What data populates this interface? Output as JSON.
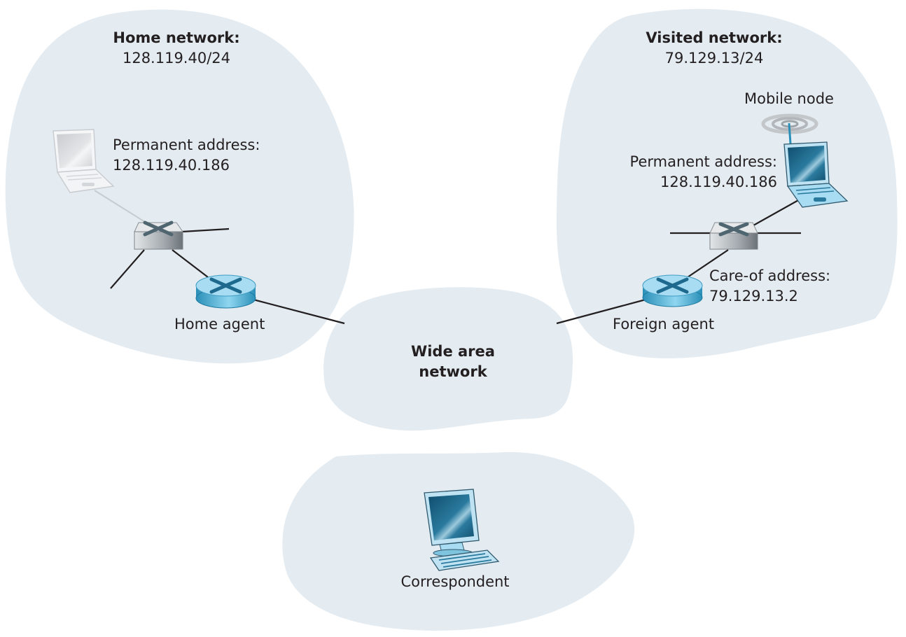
{
  "diagram": {
    "type": "mobile-ip-network-diagram",
    "colors": {
      "cloud_fill": "#e4ecf2",
      "link_dark": "#231f20",
      "link_light": "#c8ccd0",
      "router_fill": "#6fc3e6",
      "switch_fill": "#b9bec3",
      "host_screen": "#1d5d7c"
    },
    "home_network": {
      "title": "Home network:",
      "prefix": "128.119.40/24",
      "host": {
        "label_line1": "Permanent address:",
        "label_line2": "128.119.40.186",
        "icon": "laptop-ghost-icon"
      },
      "switch_icon": "switch-icon",
      "router": {
        "label": "Home agent",
        "icon": "router-icon"
      }
    },
    "visited_network": {
      "title": "Visited network:",
      "prefix": "79.129.13/24",
      "mobile_node": {
        "label": "Mobile node",
        "permanent_label_line1": "Permanent address:",
        "permanent_label_line2": "128.119.40.186",
        "icon": "wireless-laptop-icon"
      },
      "switch_icon": "switch-icon",
      "router": {
        "label": "Foreign agent",
        "care_of_line1": "Care-of address:",
        "care_of_line2": "79.129.13.2",
        "icon": "router-icon"
      }
    },
    "wan": {
      "label_line1": "Wide area",
      "label_line2": "network"
    },
    "correspondent": {
      "label": "Correspondent",
      "icon": "desktop-computer-icon"
    },
    "links": [
      {
        "from": "home-host",
        "to": "home-switch",
        "style": "light"
      },
      {
        "from": "home-switch",
        "to": "home-agent",
        "style": "dark"
      },
      {
        "from": "home-agent",
        "to": "wan",
        "style": "dark"
      },
      {
        "from": "wan",
        "to": "foreign-agent",
        "style": "dark"
      },
      {
        "from": "foreign-agent",
        "to": "visited-switch",
        "style": "dark"
      },
      {
        "from": "visited-switch",
        "to": "mobile-node",
        "style": "dark"
      }
    ]
  }
}
